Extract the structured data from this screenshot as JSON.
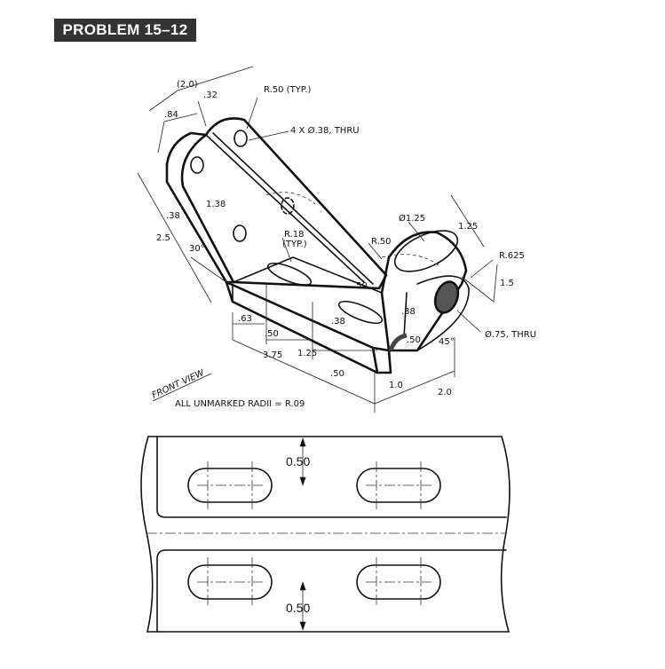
{
  "problem_label": "PROBLEM 15–12",
  "pictorial": {
    "dims": {
      "d_2_0_paren": "(2.0)",
      "d_32": ".32",
      "d_84": ".84",
      "r50_typ": "R.50 (TYP.)",
      "holes_4x": "4 X Ø.38, THRU",
      "d_38_left": ".38",
      "d_1_38": "1.38",
      "d_2_5": "2.5",
      "angle_30": "30°",
      "r18_typ_a": "R.18",
      "r18_typ_b": "(TYP.)",
      "r50": "R.50",
      "dia_1_25": "Ø1.25",
      "d_1_25_top": "1.25",
      "r625": "R.625",
      "d_1_5": "1.5",
      "d_50_mid": ".50",
      "d_38_mid": ".38",
      "d_38_right": ".38",
      "d_50_right": ".50",
      "angle_45": "45°",
      "hole_75": "Ø.75, THRU",
      "d_63": ".63",
      "d_50_bottom": ".50",
      "d_3_75": "3.75",
      "d_1_25_bottom": "1.25",
      "d_50_base": ".50",
      "d_1_0": "1.0",
      "d_2_0": "2.0"
    },
    "front_view_label": "FRONT VIEW",
    "radii_note": "ALL UNMARKED RADII = R.09"
  },
  "aux_view": {
    "dim_top": "0.50",
    "dim_bottom": "0.50"
  }
}
